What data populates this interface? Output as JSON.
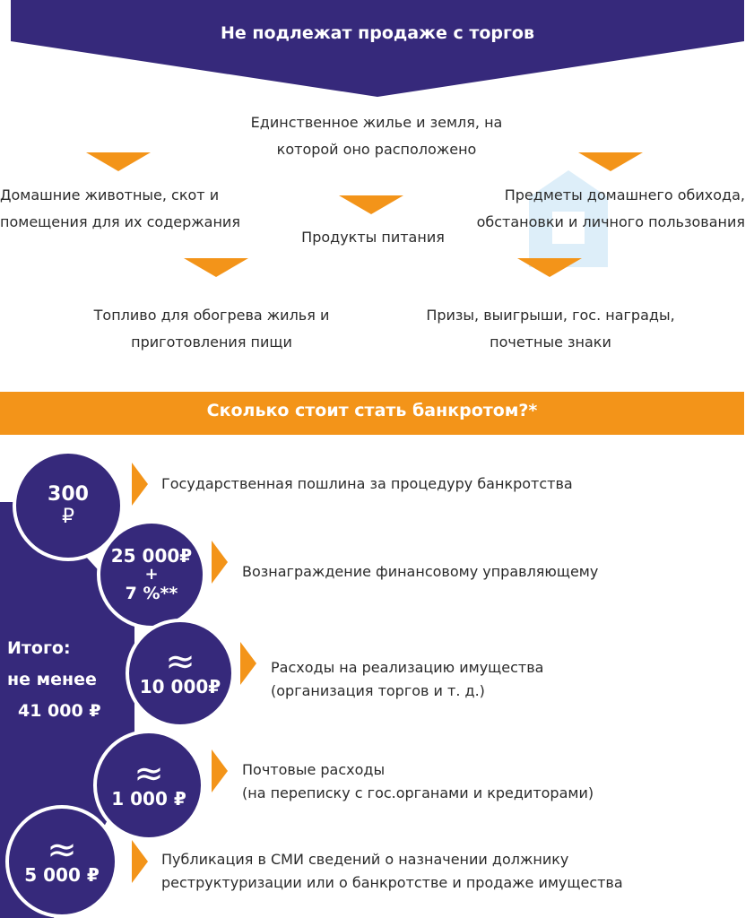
{
  "section1": {
    "title": "Не подлежат продаже с торгов",
    "items": [
      {
        "text": "Единственное жилье и земля, на которой оно расположено"
      },
      {
        "text": "Домашние животные, скот и помещения для их содержания"
      },
      {
        "text": "Продукты питания"
      },
      {
        "text": "Предметы домашнего обихода, обстановки и личного пользования"
      },
      {
        "text": "Топливо для обогрева жилья и приготовления пищи"
      },
      {
        "text": "Призы, выигрыши, гос. награды, почетные знаки"
      }
    ]
  },
  "section2": {
    "title": "Сколько стоит стать банкротом?*",
    "total": {
      "line1": "Итого:",
      "line2": "не менее",
      "line3": "41 000 ₽"
    },
    "costs": [
      {
        "amount": "300",
        "currency": "₽",
        "description": "Государственная пошлина за процедуру банкротства"
      },
      {
        "amount": "25 000₽",
        "plus": "+",
        "extra": "7 %**",
        "description": "Вознаграждение финансовому управляющему"
      },
      {
        "approx": "≈",
        "amount": "10 000₽",
        "description_line1": "Расходы на реализацию имущества",
        "description_line2": "(организация торгов и т. д.)"
      },
      {
        "approx": "≈",
        "amount": "1 000 ₽",
        "description_line1": "Почтовые расходы",
        "description_line2": "(на переписку с гос.органами и кредиторами)"
      },
      {
        "approx": "≈",
        "amount": "5 000 ₽",
        "description_line1": "Публикация в СМИ сведений о назначении должнику",
        "description_line2": "реструктуризации или о банкротстве и продаже имущества"
      }
    ]
  },
  "colors": {
    "purple": "#36297b",
    "orange": "#f39419",
    "text": "#2b2b2b"
  },
  "icons": [
    "approx-sign-icon",
    "ruble-sign-icon",
    "chevron-right-icon",
    "triangle-down-icon"
  ]
}
